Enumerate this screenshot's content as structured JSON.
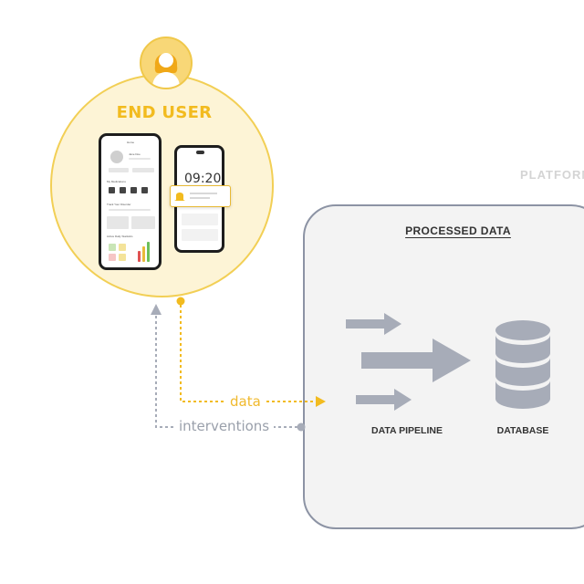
{
  "end_user": {
    "title": "END USER",
    "phone_1": {
      "header": "Home",
      "profile_name": "Jane Doe",
      "section_1": "My Medications",
      "section_2": "Track Your Disorder",
      "section_3": "Active Daily Statistics"
    },
    "phone_2": {
      "time": "09:20"
    }
  },
  "flows": {
    "data_label": "data",
    "interventions_label": "interventions"
  },
  "processed_data": {
    "title": "PROCESSED DATA",
    "pipeline_label": "DATA PIPELINE",
    "database_label": "DATABASE"
  },
  "platform_label": "PLATFORM",
  "colors": {
    "yellow_accent": "#f2bb1f",
    "circle_fill": "#fdf4d6",
    "grey_arrow": "#a7acb8",
    "box_border": "#8c93a4"
  }
}
